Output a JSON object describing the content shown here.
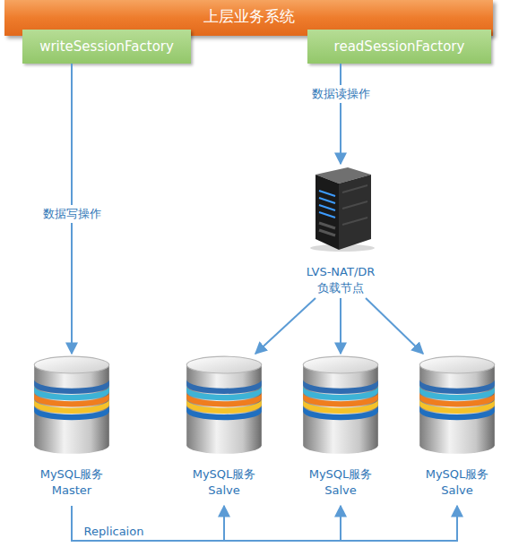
{
  "diagram": {
    "nodes": [
      {
        "text": [
          "上层业务系统"
        ]
      },
      {
        "text": [
          "writeSessionFactory"
        ],
        "in": 0
      },
      {
        "text": [
          "readSessionFactory"
        ],
        "in": 0
      },
      {
        "text": [
          "LVS-NAT/DR 负载节点"
        ]
      },
      {
        "text": [
          "MySQL服务 Master"
        ]
      },
      {
        "text": [
          "MySQL服务 Salve"
        ]
      },
      {
        "text": [
          "MySQL服务 Salve"
        ]
      },
      {
        "text": [
          "MySQL服务 Salve"
        ]
      }
    ],
    "edges": [
      {
        "from": 1,
        "to": 4,
        "label": "数据写操作",
        "arrow": "to"
      },
      {
        "from": 2,
        "to": 3,
        "label": "数据读操作",
        "arrow": "to"
      },
      {
        "from": 3,
        "to": 5,
        "arrow": "to"
      },
      {
        "from": 3,
        "to": 6,
        "arrow": "to"
      },
      {
        "from": 3,
        "to": 7,
        "arrow": "to"
      },
      {
        "from": 4,
        "to": 5,
        "label": "Replicaion",
        "arrow": "to"
      },
      {
        "from": 4,
        "to": 6,
        "arrow": "to"
      },
      {
        "from": 4,
        "to": 7,
        "arrow": "to"
      }
    ]
  }
}
